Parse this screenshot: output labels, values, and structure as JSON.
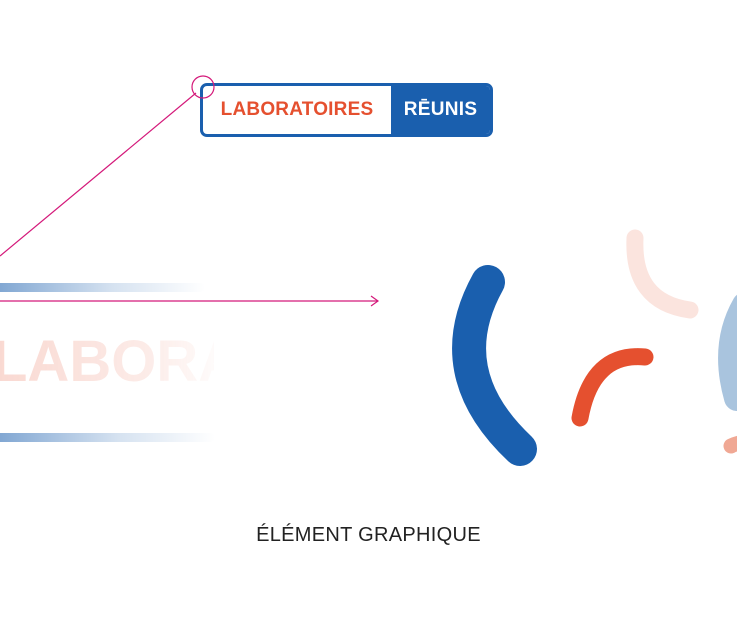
{
  "logo": {
    "left_text": "LABORATOIRES",
    "right_text": "RĒUNIS"
  },
  "ghost_text": "LABORATOIRES",
  "caption": "ÉLÉMENT GRAPHIQUE",
  "colors": {
    "brand_blue": "#1a5fae",
    "brand_red": "#e5502f",
    "annotation_magenta": "#d4197a",
    "light_blue": "#a9c4de",
    "light_red": "#fbe4de",
    "caption_text": "#222222"
  },
  "icons": [
    "annotation-circle-icon",
    "arrow-right-icon"
  ]
}
